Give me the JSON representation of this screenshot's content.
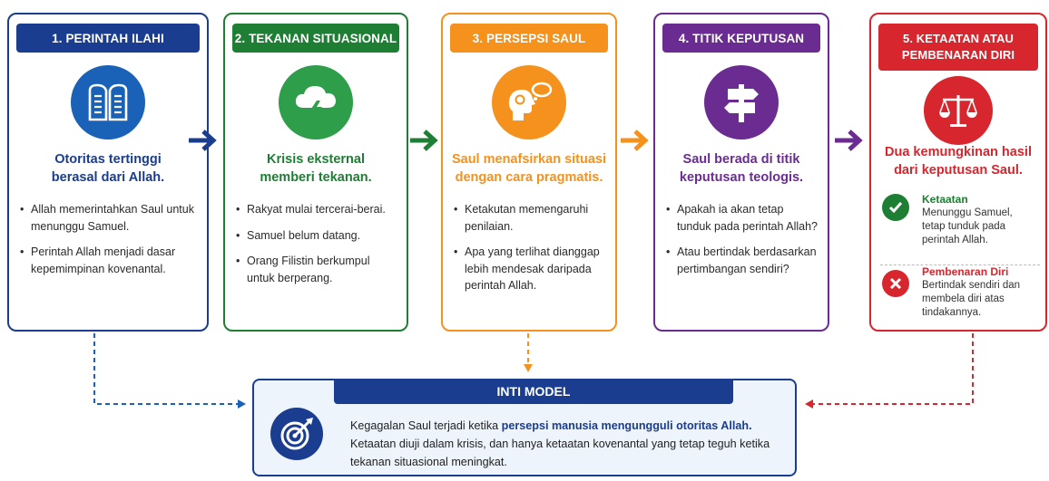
{
  "colors": {
    "blue": "#1a3d8f",
    "green": "#1e7e34",
    "orange": "#f5921e",
    "purple": "#6a2c91",
    "red": "#d7262e",
    "model_bg": "#eef4fb"
  },
  "steps": [
    {
      "title": "1. PERINTAH ILAHI",
      "icon": "book-tablets-icon",
      "headline": "Otoritas tertinggi berasal dari Allah.",
      "points": [
        "Allah memerintahkan Saul untuk menunggu Samuel.",
        "Perintah Allah menjadi dasar kepemimpinan kovenantal."
      ]
    },
    {
      "title": "2. TEKANAN SITUASIONAL",
      "icon": "storm-cloud-icon",
      "headline": "Krisis eksternal memberi tekanan.",
      "points": [
        "Rakyat mulai tercerai-berai.",
        "Samuel belum datang.",
        "Orang Filistin berkumpul untuk berperang."
      ]
    },
    {
      "title": "3. PERSEPSI SAUL",
      "icon": "thinking-head-icon",
      "headline": "Saul menafsirkan situasi dengan cara pragmatis.",
      "points": [
        "Ketakutan memengaruhi penilaian.",
        "Apa yang terlihat dianggap lebih mendesak daripada perintah Allah."
      ]
    },
    {
      "title": "4. TITIK KEPUTUSAN",
      "icon": "signpost-icon",
      "headline": "Saul berada di titik keputusan teologis.",
      "points": [
        "Apakah ia akan tetap tunduk pada perintah Allah?",
        "Atau bertindak berdasarkan pertimbangan sendiri?"
      ]
    },
    {
      "title": "5. KETAATAN ATAU PEMBENARAN DIRI",
      "icon": "scales-icon",
      "headline": "Dua kemungkinan hasil dari keputusan Saul.",
      "outcomes": [
        {
          "title": "Ketaatan",
          "desc": "Menunggu Samuel, tetap tunduk pada perintah Allah.",
          "icon": "check-icon"
        },
        {
          "title": "Pembenaran Diri",
          "desc": "Bertindak sendiri dan membela diri atas tindakannya.",
          "icon": "cross-icon"
        }
      ]
    }
  ],
  "model": {
    "title": "INTI MODEL",
    "icon": "target-icon",
    "text_before": "Kegagalan Saul terjadi ketika ",
    "highlight": "persepsi manusia mengungguli otoritas Allah.",
    "text_after": " Ketaatan diuji dalam krisis, dan hanya ketaatan kovenantal yang tetap teguh ketika tekanan situasional meningkat."
  }
}
